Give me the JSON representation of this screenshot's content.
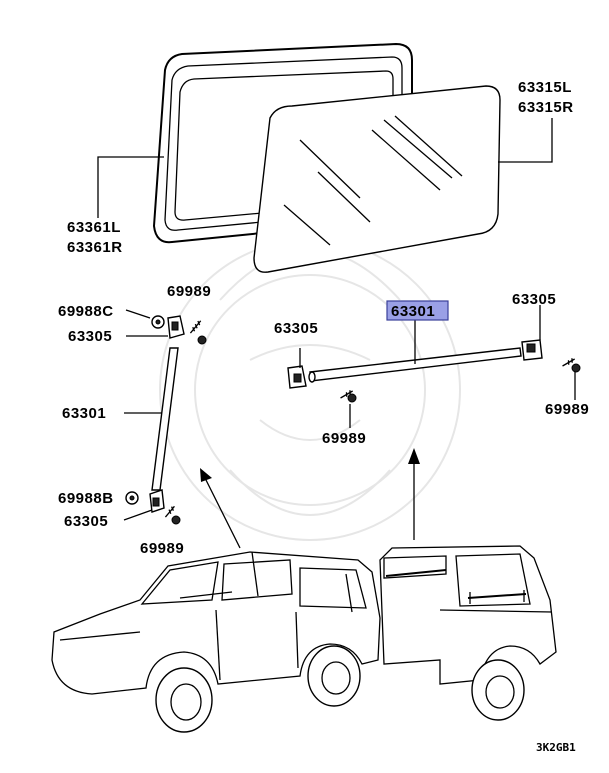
{
  "diagram": {
    "labels": {
      "glass_left": "63361L",
      "glass_right": "63361R",
      "window_left": "63315L",
      "window_right": "63315R",
      "left_cap": "69988C",
      "left_clip_top": "63305",
      "left_screw_top": "69989",
      "left_rail": "63301",
      "left_cap_bottom": "69988B",
      "left_clip_bottom": "63305",
      "left_screw_bottom": "69989",
      "mid_clip": "63305",
      "mid_screw": "69989",
      "right_rail_highlight": "63301",
      "right_clip": "63305",
      "right_screw": "69989"
    },
    "highlight_color": "#9aa0e6",
    "figure_code": "3K2GB1"
  }
}
